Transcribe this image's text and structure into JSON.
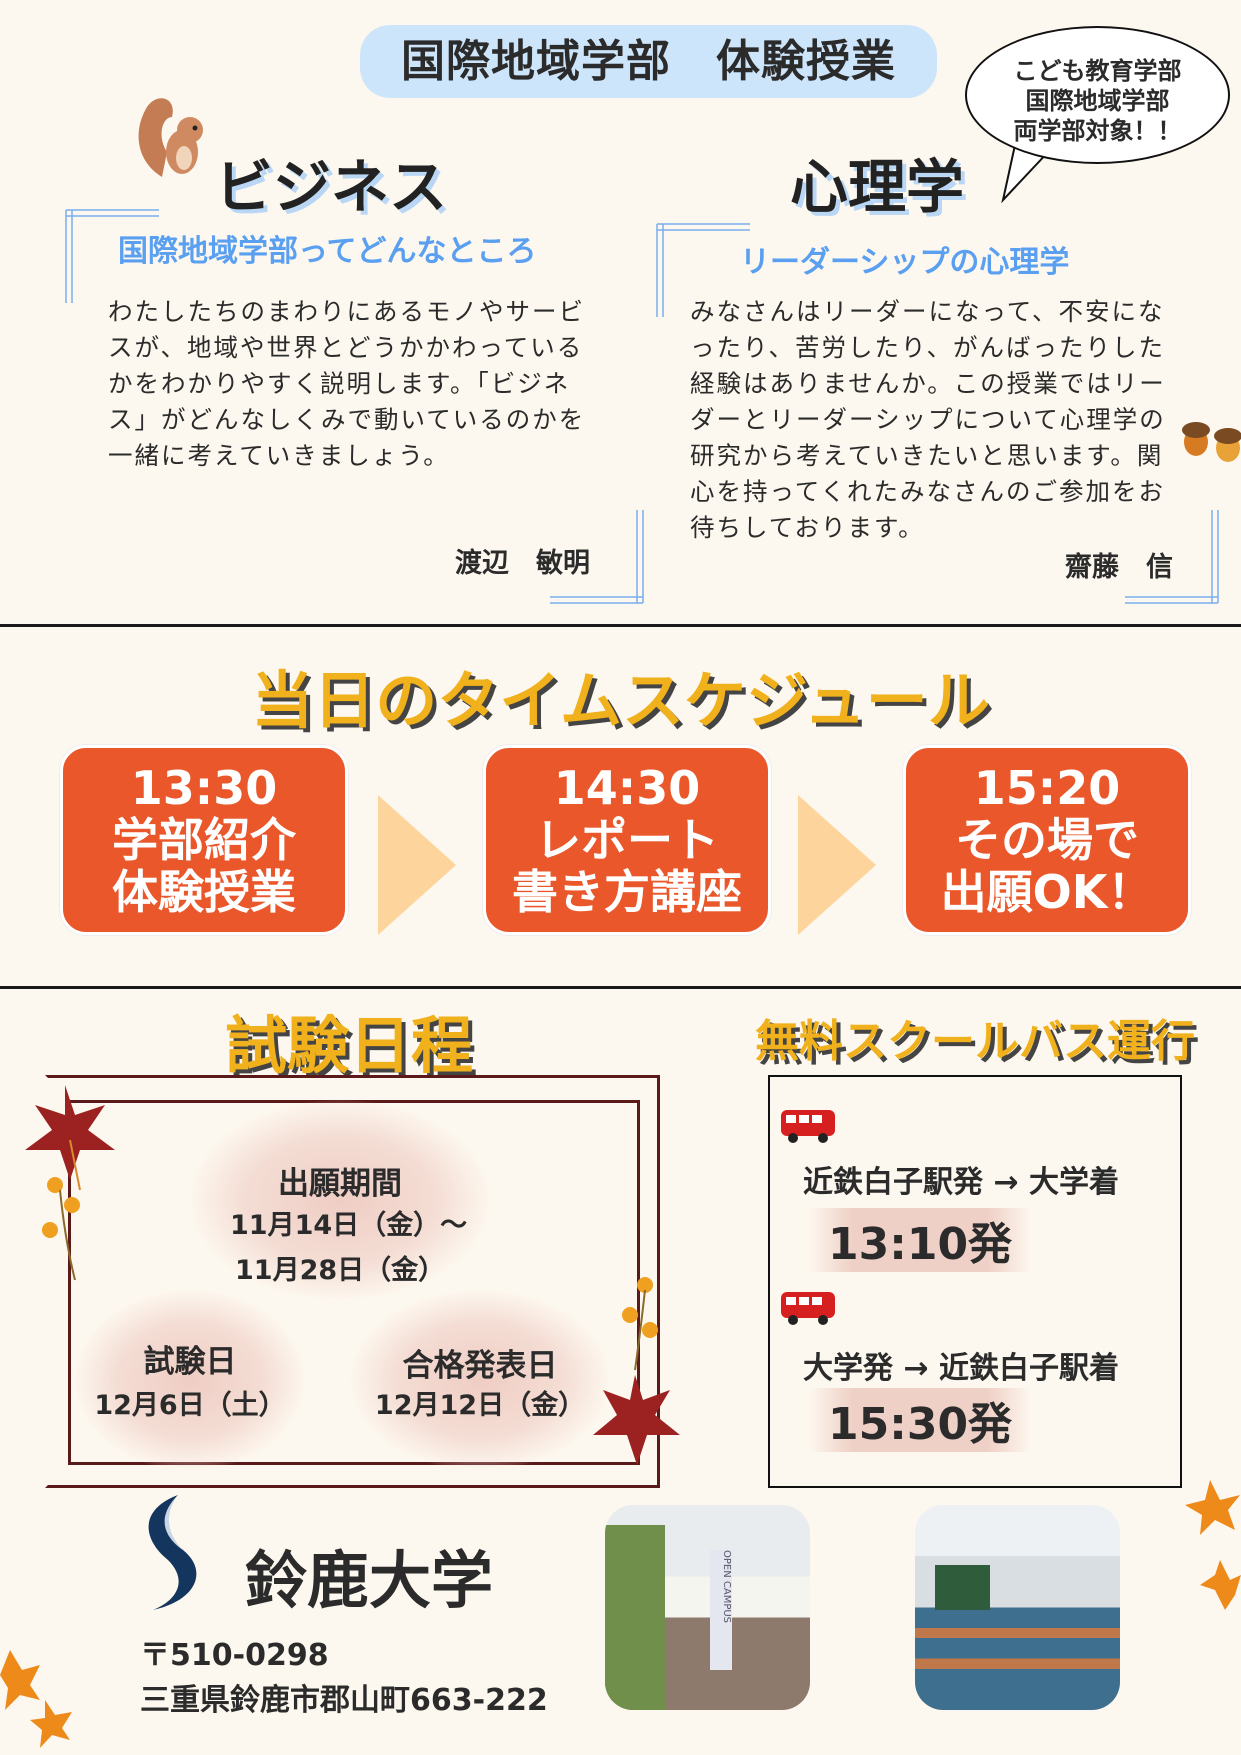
{
  "header": {
    "title": "国際地域学部　体験授業",
    "bubble": [
      "こども教育学部",
      "国際地域学部",
      "両学部対象！！"
    ]
  },
  "business": {
    "heading": "ビジネス",
    "subtitle": "国際地域学部ってどんなところ",
    "body": "わたしたちのまわりにあるモノやサービスが、地域や世界とどうかかわっているかをわかりやすく説明します。「ビジネス」がどんなしくみで動いているのかを一緒に考えていきましょう。",
    "teacher": "渡辺　敏明"
  },
  "psychology": {
    "heading": "心理学",
    "subtitle": "リーダーシップの心理学",
    "body": "みなさんはリーダーになって、不安になったり、苦労したり、がんばったりした経験はありませんか。この授業ではリーダーとリーダーシップについて心理学の研究から考えていきたいと思います。関心を持ってくれたみなさんのご参加をお待ちしております。",
    "teacher": "齋藤　信"
  },
  "schedule": {
    "title": "当日のタイムスケジュール",
    "steps": [
      {
        "time": "13:30",
        "lines": [
          "学部紹介",
          "体験授業"
        ]
      },
      {
        "time": "14:30",
        "lines": [
          "レポート",
          "書き方講座"
        ]
      },
      {
        "time": "15:20",
        "lines": [
          "その場で",
          "出願OK！"
        ]
      }
    ]
  },
  "exam": {
    "title": "試験日程",
    "application_label": "出願期間",
    "application_from": "11月14日（金）～",
    "application_to": "11月28日（金）",
    "exam_label": "試験日",
    "exam_date": "12月6日（土）",
    "result_label": "合格発表日",
    "result_date": "12月12日（金）"
  },
  "bus": {
    "title": "無料スクールバス運行",
    "routes": [
      {
        "route": "近鉄白子駅発 → 大学着",
        "time": "13:10発"
      },
      {
        "route": "大学発 → 近鉄白子駅着",
        "time": "15:30発"
      }
    ]
  },
  "university": {
    "name": "鈴鹿大学",
    "postal": "〒510-0298",
    "address": "三重県鈴鹿市郡山町663-222"
  },
  "photos": {
    "banner_text": "OPEN CAMPUS"
  },
  "colors": {
    "accent": "#e9572a",
    "gold": "#f0b11d",
    "blue": "#5a9ff0",
    "frame": "#5b1a1a"
  }
}
